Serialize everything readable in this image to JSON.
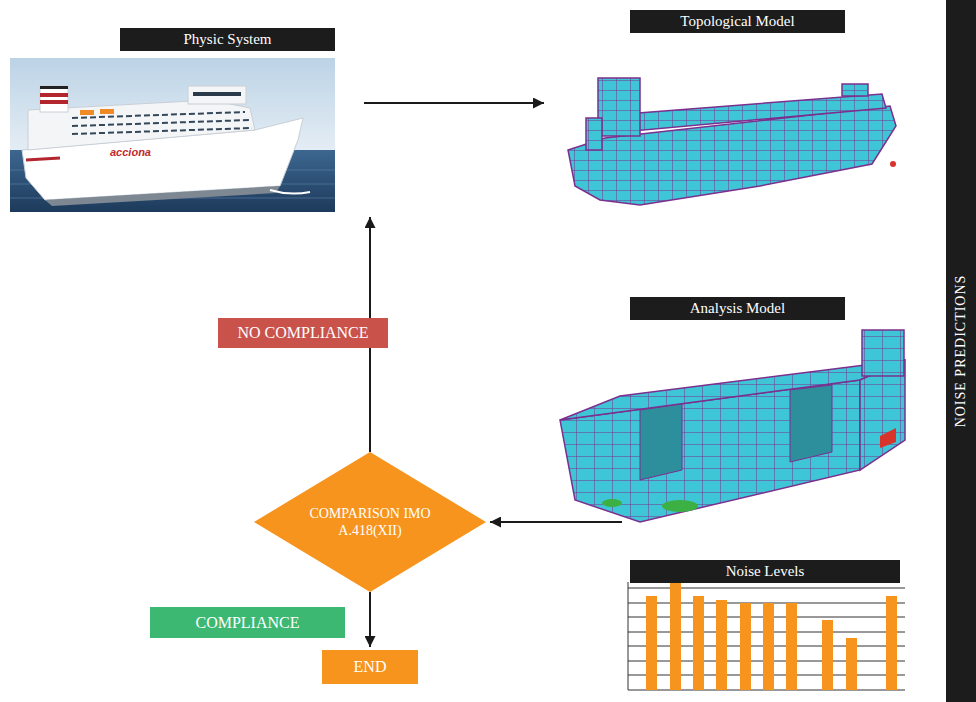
{
  "diagram": {
    "nodes": [
      {
        "text": [
          "Physic System"
        ]
      },
      {
        "text": [
          "Topological Model"
        ]
      },
      {
        "text": [
          "NOISE PREDICTIONS"
        ]
      },
      {
        "text": [
          "Analysis Model"
        ]
      },
      {
        "text": [
          "COMPARISON IMO A.418(XII)"
        ]
      },
      {
        "text": [
          "Noise Levels"
        ]
      },
      {
        "text": [
          "END"
        ]
      }
    ],
    "edges": [
      {
        "from": 0,
        "to": 1,
        "arrow": "to"
      },
      {
        "from": 5,
        "to": 4,
        "arrow": "to"
      },
      {
        "from": 4,
        "to": 0,
        "label": "NO COMPLIANCE",
        "arrow": "to"
      },
      {
        "from": 4,
        "to": 6,
        "label": "COMPLIANCE",
        "arrow": "to"
      }
    ],
    "labels": [
      "acciona"
    ]
  }
}
